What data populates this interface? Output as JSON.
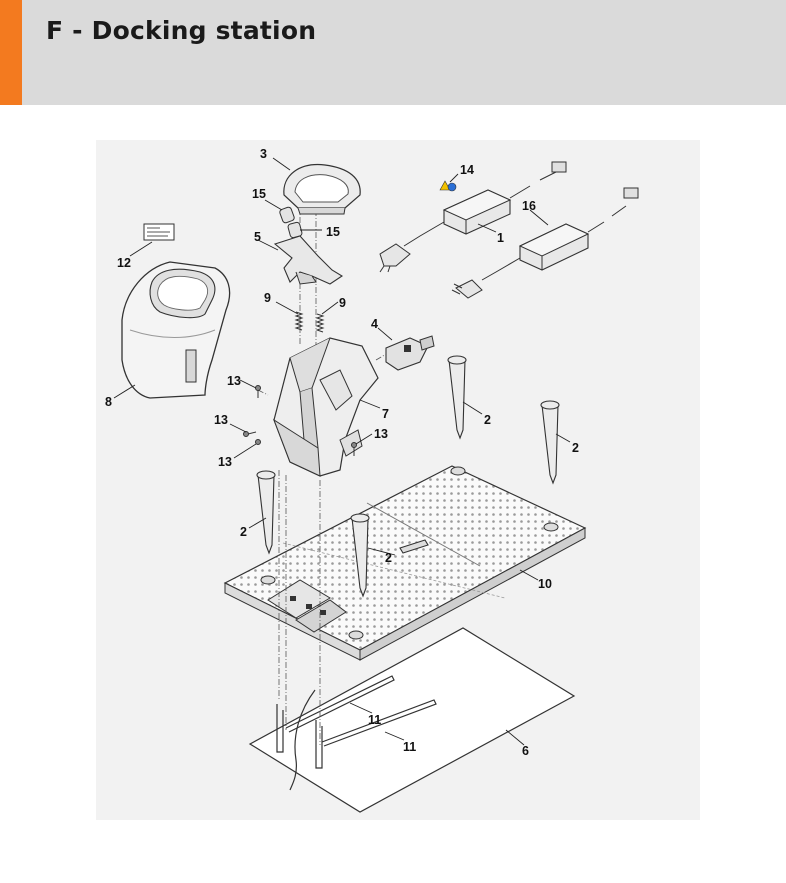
{
  "page": {
    "title": "F - Docking station"
  },
  "colors": {
    "accent": "#f37a1f",
    "header_bg": "#dadada",
    "diagram_bg": "#f2f2f2"
  },
  "diagram": {
    "callouts": [
      "3",
      "14",
      "15",
      "16",
      "1",
      "15",
      "5",
      "12",
      "9",
      "9",
      "4",
      "13",
      "8",
      "7",
      "2",
      "2",
      "13",
      "13",
      "13",
      "2",
      "2",
      "10",
      "11",
      "11",
      "6"
    ]
  }
}
